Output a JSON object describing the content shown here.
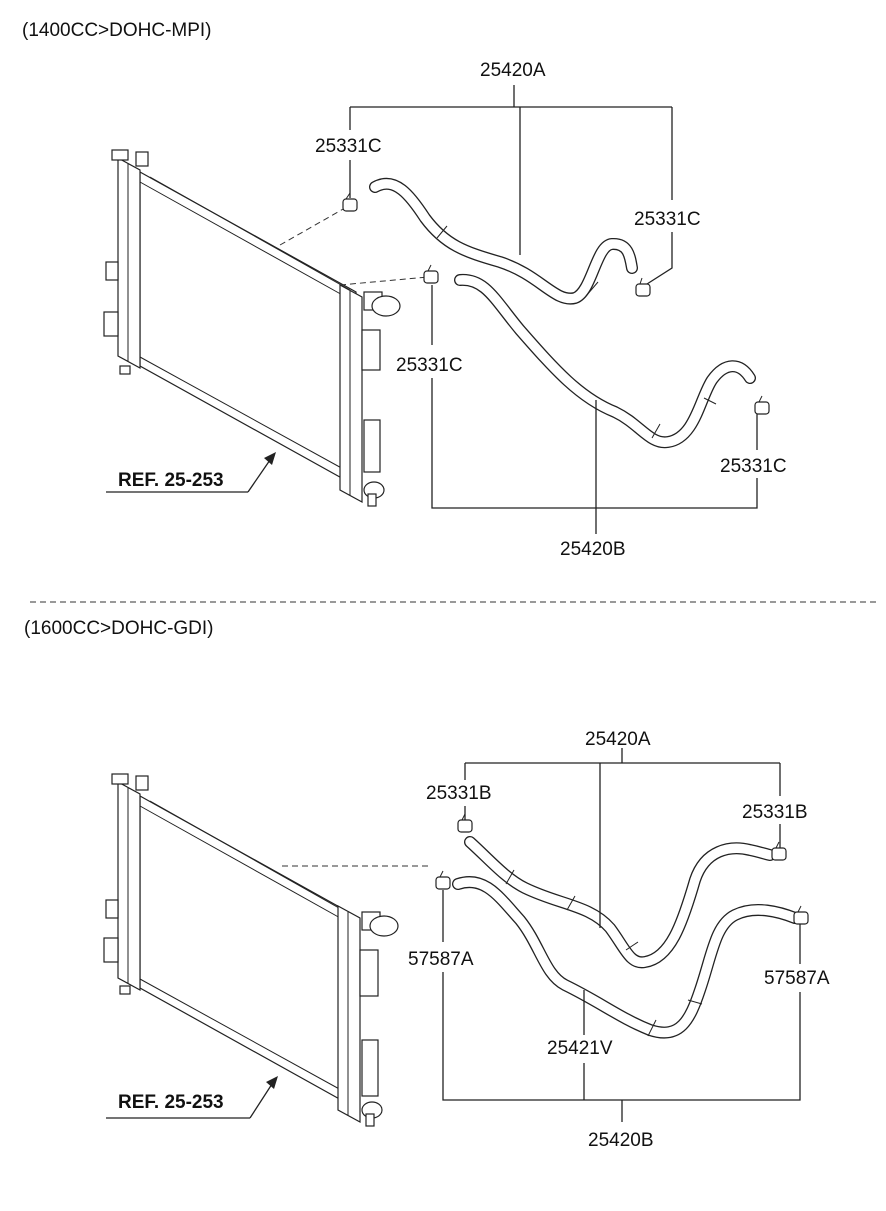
{
  "sections": [
    {
      "title": "(1400CC>DOHC-MPI)",
      "ref_label": "REF. 25-253",
      "labels": {
        "hose_assy_upper": "25420A",
        "clamp_upper_left": "25331C",
        "clamp_upper_right": "25331C",
        "clamp_lower_left": "25331C",
        "clamp_lower_right": "25331C",
        "hose_assy_lower": "25420B"
      }
    },
    {
      "title": "(1600CC>DOHC-GDI)",
      "ref_label": "REF. 25-253",
      "labels": {
        "hose_assy_upper": "25420A",
        "clamp_upper_left": "25331B",
        "clamp_upper_right": "25331B",
        "clamp_lower_left": "57587A",
        "clamp_lower_right": "57587A",
        "hose_lower": "25421V",
        "hose_assy_lower": "25420B"
      }
    }
  ]
}
